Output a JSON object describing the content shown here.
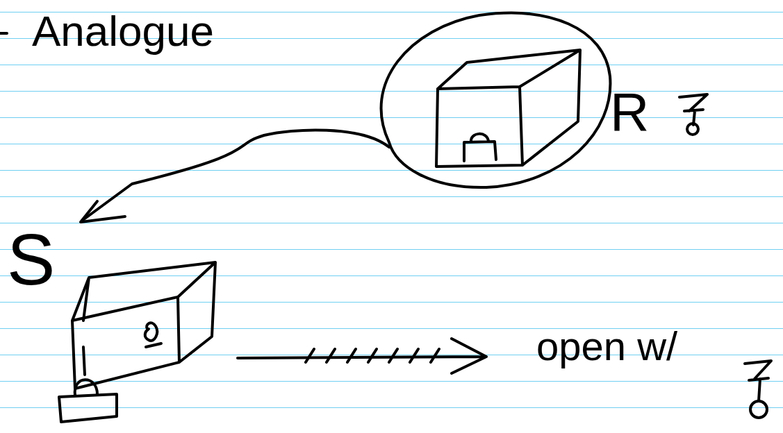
{
  "diagram": {
    "title": "Analogue",
    "labels": [
      "R",
      "S",
      "open w/"
    ]
  }
}
